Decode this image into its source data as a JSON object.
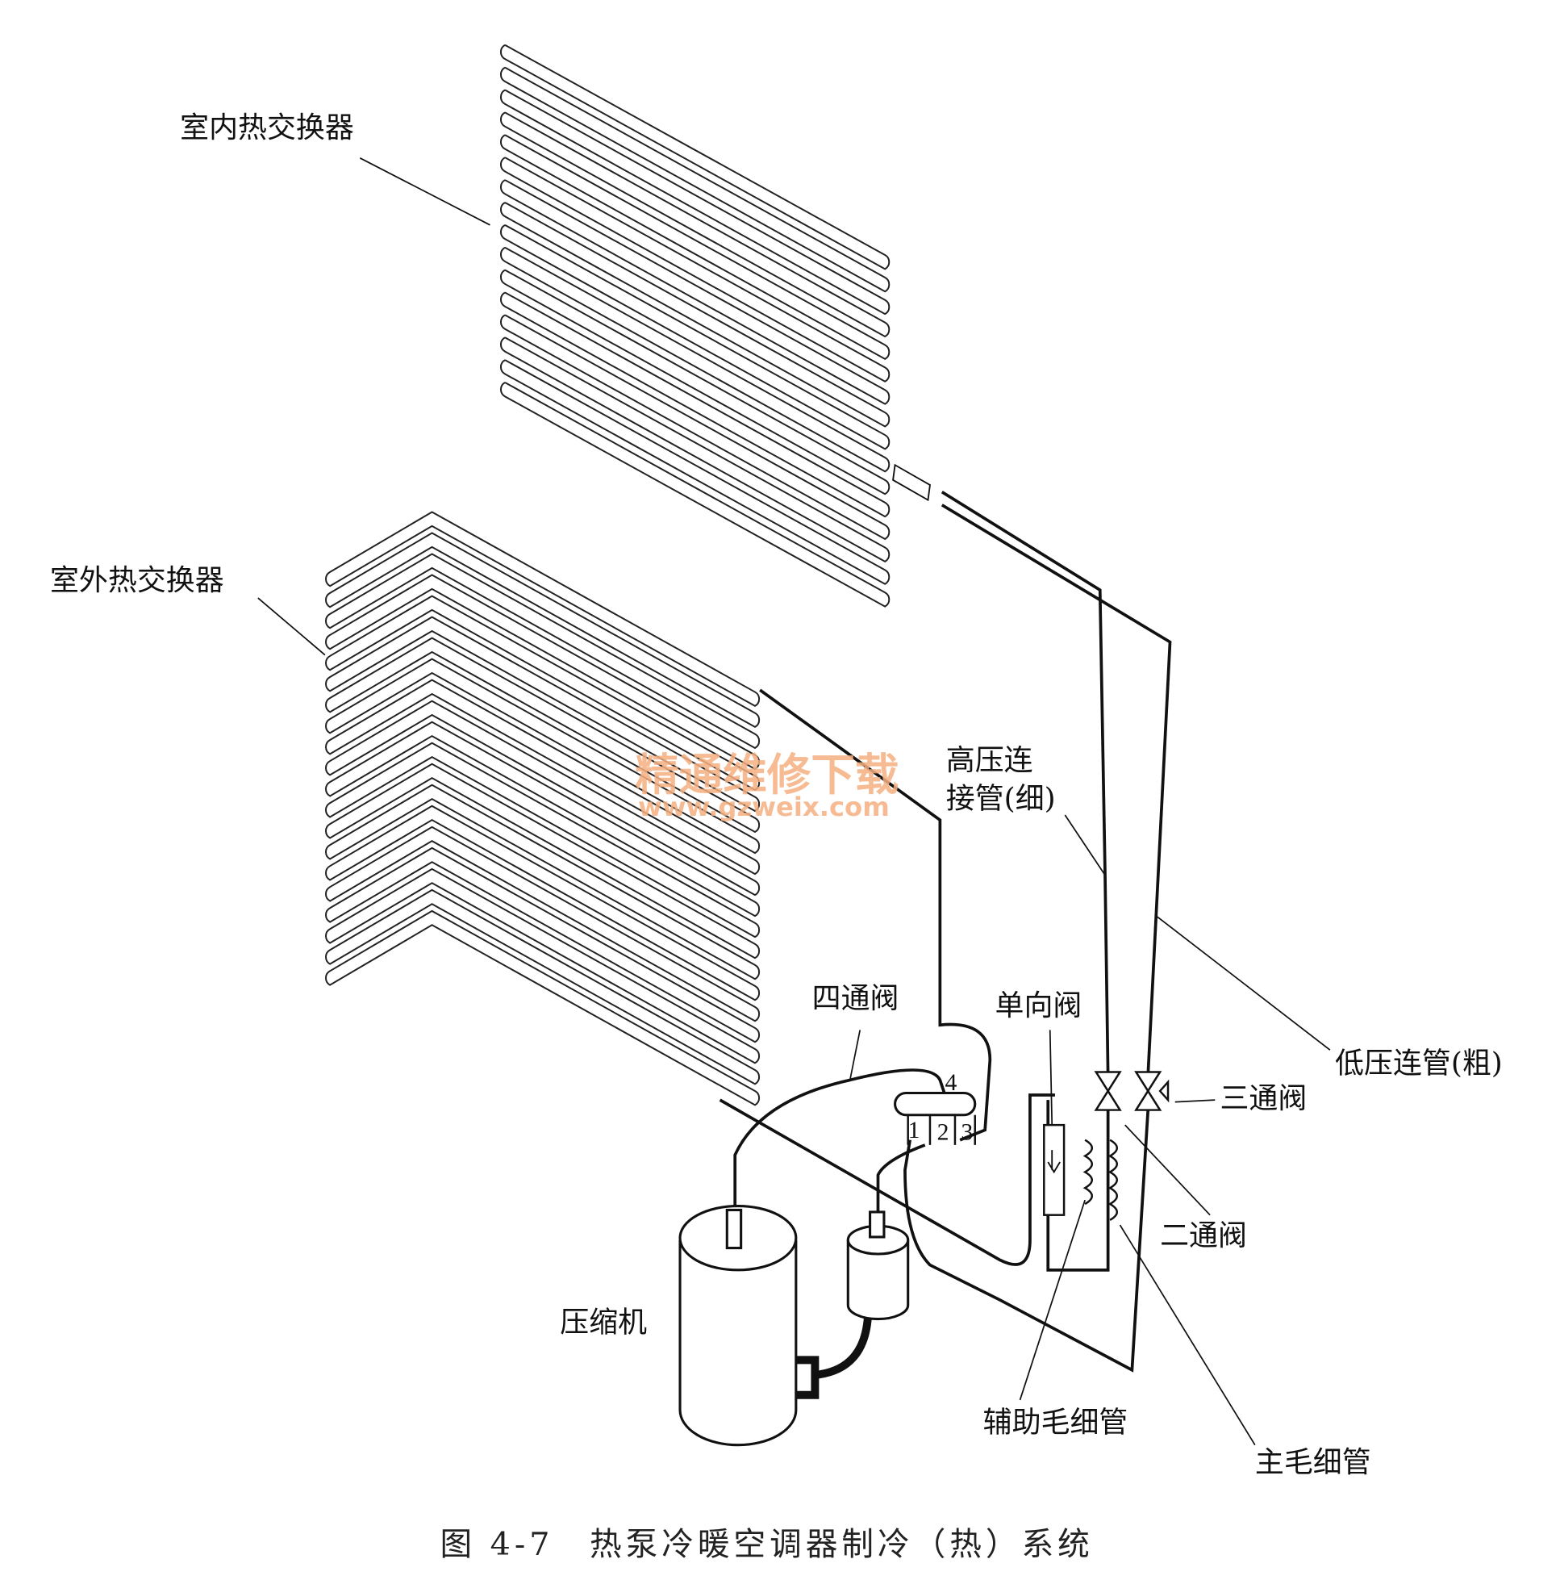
{
  "labels": {
    "indoor_hx": "室内热交换器",
    "outdoor_hx": "室外热交换器",
    "high_pressure_1": "高压连",
    "high_pressure_2": "接管(细)",
    "low_pressure": "低压连管(粗)",
    "four_way_valve": "四通阀",
    "check_valve": "单向阀",
    "three_way_valve": "三通阀",
    "two_way_valve": "二通阀",
    "compressor": "压缩机",
    "aux_capillary": "辅助毛细管",
    "main_capillary": "主毛细管",
    "ports": [
      "1",
      "2",
      "3",
      "4"
    ]
  },
  "caption": "图 4-7　热泵冷暖空调器制冷（热）系统",
  "watermark": {
    "line1": "精通维修下载",
    "line2": "www.gzweix.com",
    "color": "#f5b080"
  }
}
